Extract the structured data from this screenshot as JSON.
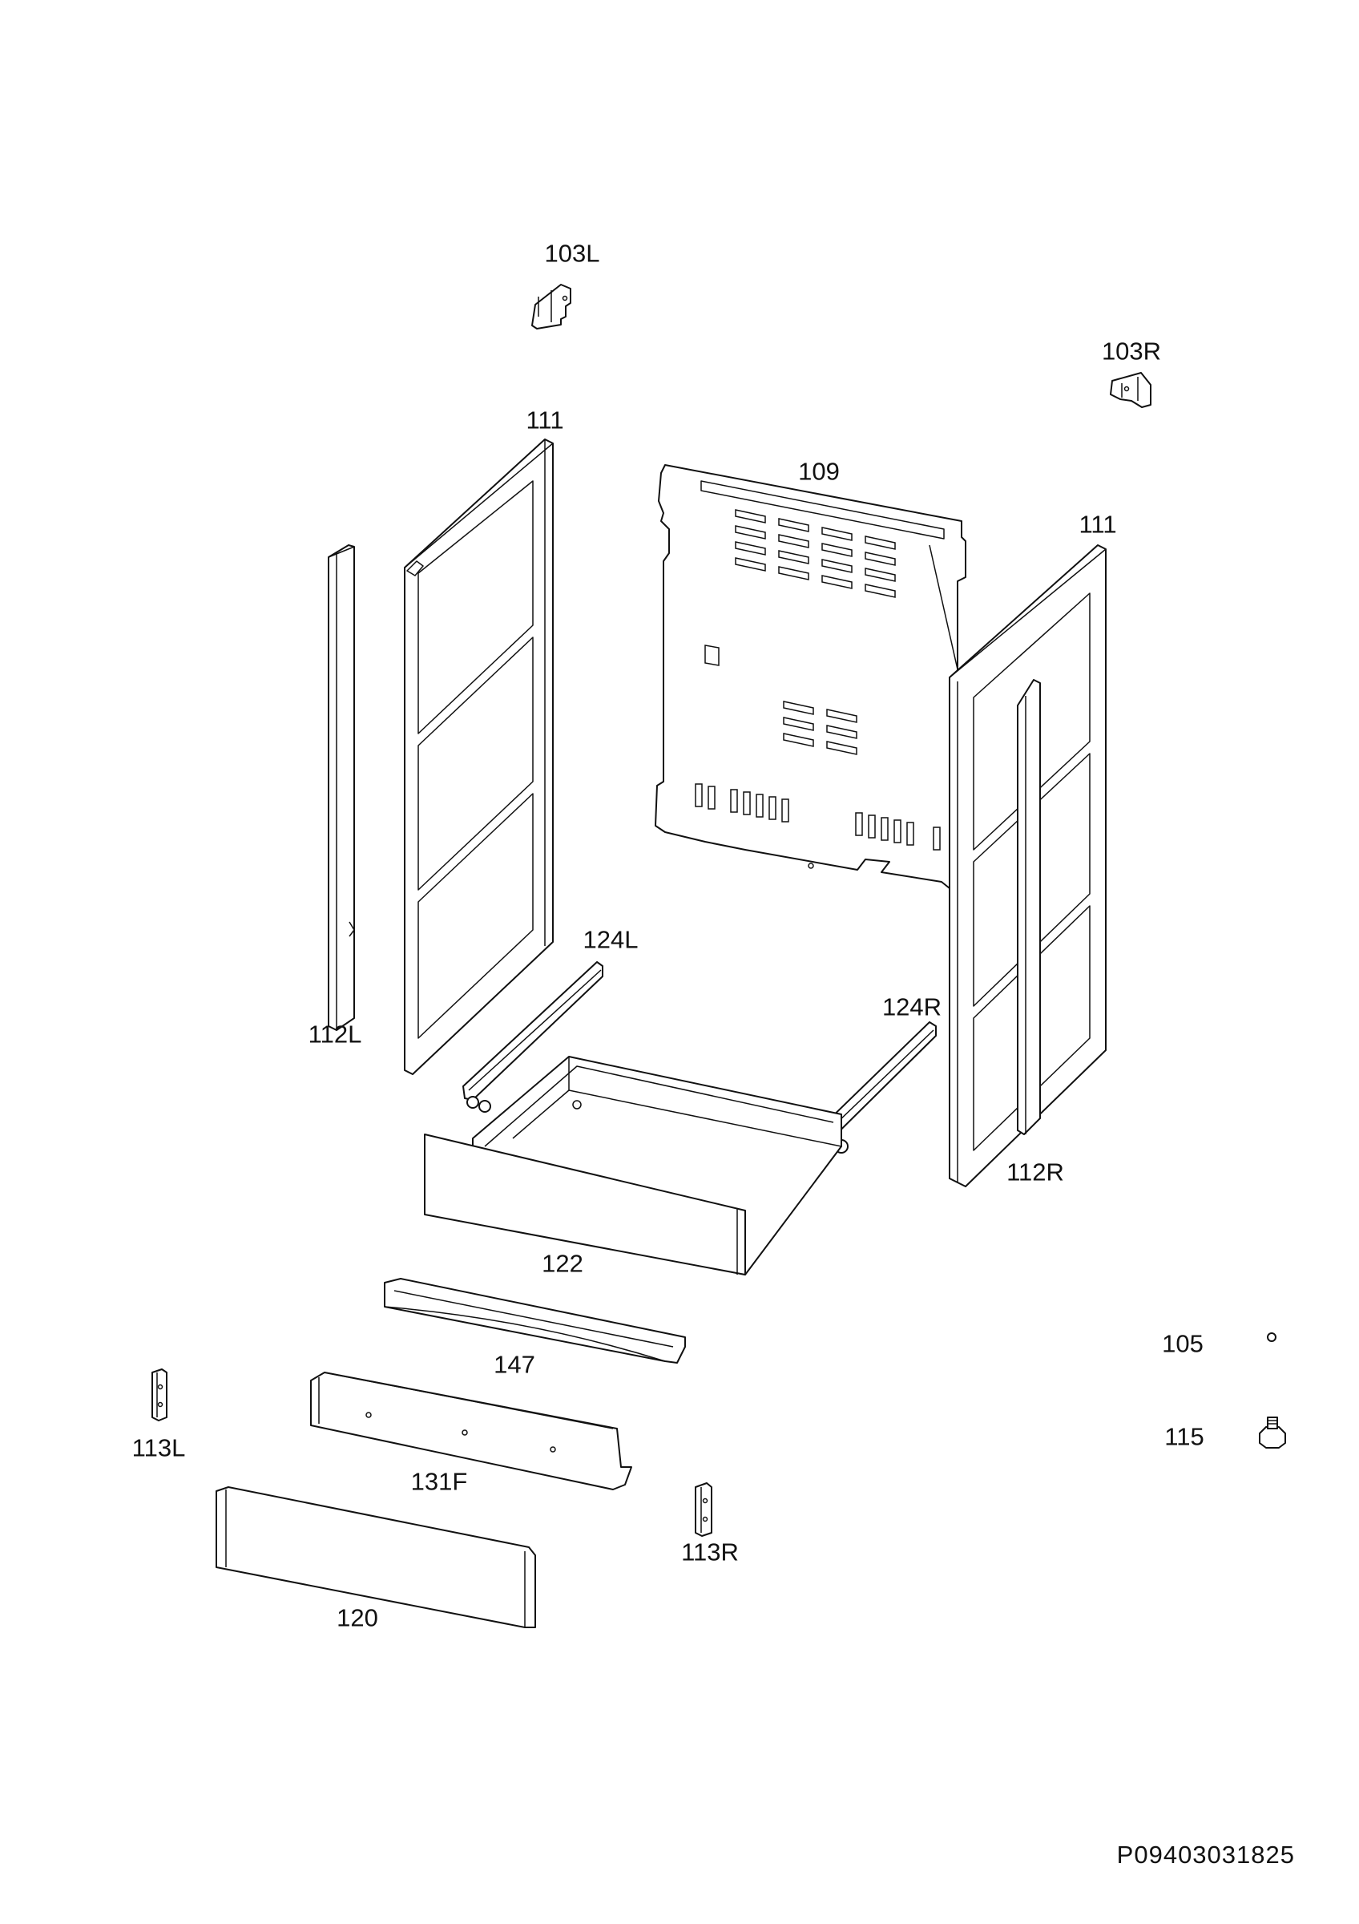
{
  "document_id": "P09403031825",
  "parts": [
    {
      "id": "103L",
      "label": "103L"
    },
    {
      "id": "103R",
      "label": "103R"
    },
    {
      "id": "111_left",
      "label": "111"
    },
    {
      "id": "109",
      "label": "109"
    },
    {
      "id": "111_right",
      "label": "111"
    },
    {
      "id": "112L",
      "label": "112L"
    },
    {
      "id": "124L",
      "label": "124L"
    },
    {
      "id": "124R",
      "label": "124R"
    },
    {
      "id": "112R",
      "label": "112R"
    },
    {
      "id": "122",
      "label": "122"
    },
    {
      "id": "147",
      "label": "147"
    },
    {
      "id": "105",
      "label": "105"
    },
    {
      "id": "115",
      "label": "115"
    },
    {
      "id": "113L",
      "label": "113L"
    },
    {
      "id": "131F",
      "label": "131F"
    },
    {
      "id": "113R",
      "label": "113R"
    },
    {
      "id": "120",
      "label": "120"
    }
  ]
}
